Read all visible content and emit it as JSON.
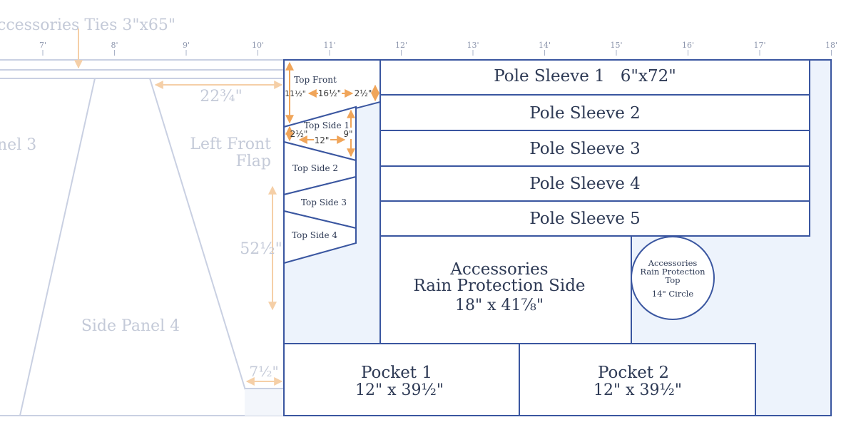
{
  "ruler": {
    "ticks": [
      "7'",
      "8'",
      "9'",
      "10'",
      "11'",
      "12'",
      "13'",
      "14'",
      "15'",
      "16'",
      "17'",
      "18'"
    ],
    "top_label": "ccessories Ties 3\"x65\""
  },
  "left_panels": {
    "side_panel_3": "nel 3",
    "side_panel_4": "Side Panel 4",
    "left_front_flap_line1": "Left Front",
    "left_front_flap_line2": "Flap",
    "dim_width": "22¾\"",
    "dim_height": "52½\"",
    "dim_bottom": "7½\""
  },
  "top_pieces": {
    "top_front": "Top Front",
    "top_front_left": "11½\"",
    "top_front_width": "16½\"",
    "top_front_right": "2½\"",
    "top_side_1": "Top Side 1",
    "top_side_1_left": "2½\"",
    "top_side_1_width": "12\"",
    "top_side_1_height": "9\"",
    "top_side_2": "Top Side 2",
    "top_side_3": "Top Side 3",
    "top_side_4": "Top Side 4"
  },
  "pole_sleeves": [
    {
      "label": "Pole Sleeve 1",
      "dim": "6\"x72\""
    },
    {
      "label": "Pole Sleeve 2"
    },
    {
      "label": "Pole Sleeve 3"
    },
    {
      "label": "Pole Sleeve 4"
    },
    {
      "label": "Pole Sleeve 5"
    }
  ],
  "rain_side": {
    "line1": "Accessories",
    "line2": "Rain Protection Side",
    "dim": "18\" x 41⅞\""
  },
  "rain_top": {
    "line1": "Accessories",
    "line2": "Rain Protection",
    "line3": "Top",
    "dim": "14\" Circle"
  },
  "pockets": [
    {
      "label": "Pocket 1",
      "dim": "12\" x 39½\""
    },
    {
      "label": "Pocket 2",
      "dim": "12\" x 39½\""
    }
  ],
  "colors": {
    "outline": "#3a56a0",
    "faded_outline": "#c9d0e2",
    "fill": "#edf3fc",
    "dimension_arrow": "#f0a55a"
  }
}
